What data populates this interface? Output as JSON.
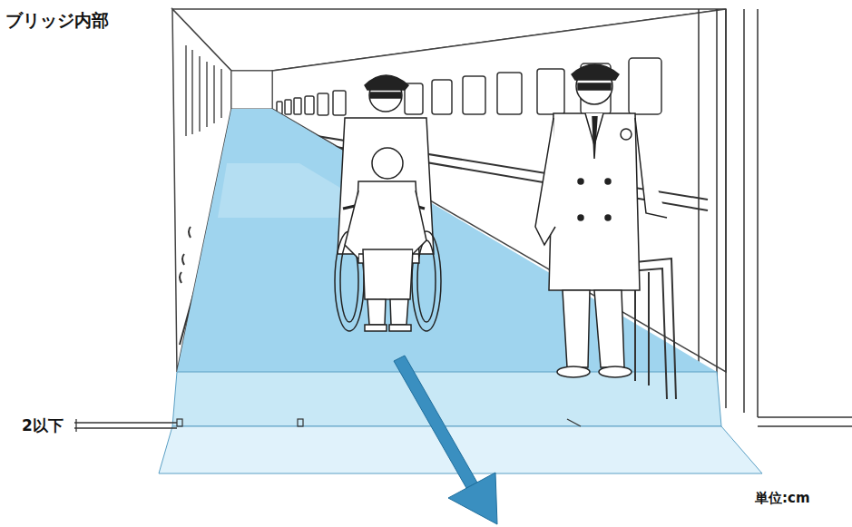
{
  "diagram": {
    "title": "ブリッジ内部",
    "labels": [
      "2以下",
      "単位:cm"
    ]
  }
}
